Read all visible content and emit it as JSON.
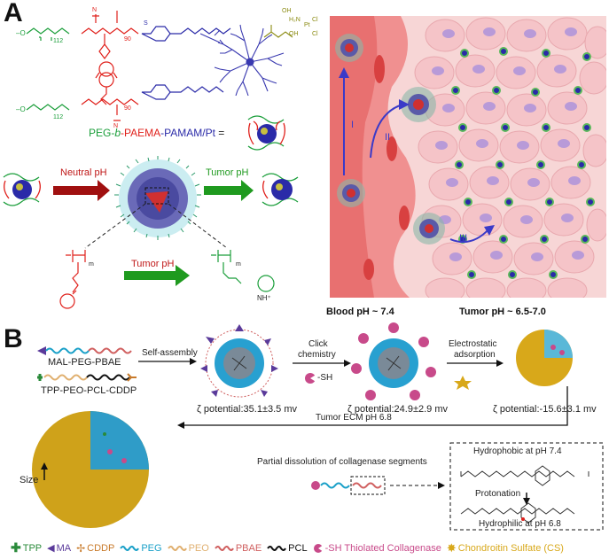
{
  "panel_a": {
    "letter": "A",
    "formula_label": {
      "peg": "PEG-",
      "b": "b",
      "paema": "-PAEMA",
      "pamam": "-PAMAM",
      "pt": "/Pt",
      "eq": "="
    },
    "chem_sub_112": "112",
    "chem_sub_90": "90",
    "chem_pt": "H₂N Pt Cl",
    "neutral_ph": "Neutral pH",
    "tumor_ph": "Tumor pH",
    "tumor_ph_bottom": "Tumor pH",
    "nh_plus": "NH⁺",
    "m_sub": "m",
    "step_I": "I",
    "step_II": "II",
    "step_III": "III",
    "blood_ph": "Blood pH ~ 7.4",
    "tumor_ph_range": "Tumor pH ~ 6.5-7.0",
    "colors": {
      "peg": "#1a9e3a",
      "paema": "#e0201b",
      "pamam": "#2a2aa8",
      "pt": "#8a8a10",
      "arrow_red": "#a01010",
      "arrow_green": "#1f9a1f"
    }
  },
  "panel_b": {
    "letter": "B",
    "mal_label": "MAL-PEG-PBAE",
    "tpp_label": "TPP-PEO-PCL-CDDP",
    "self_assembly": "Self-assembly",
    "click_chem_1": "Click",
    "click_chem_2": "chemistry",
    "sh_label": "-SH",
    "electro_1": "Electrostatic",
    "electro_2": "adsorption",
    "zeta1": "ζ potential:35.1±3.5 mv",
    "zeta2": "ζ potential:24.9±2.9 mv",
    "zeta3": "ζ potential:-15.6±3.1 mv",
    "tumor_ecm": "Tumor ECM  pH 6.8",
    "partial": "Partial dissolution of collagenase segments",
    "size": "Size",
    "hydrophobic": "Hydrophobic at pH 7.4",
    "protonation": "Protonation",
    "hydrophilic": "Hydrophilic at pH 6.8",
    "o_letter": "O",
    "n_letter": "N",
    "h_letter": "H"
  },
  "legend": [
    {
      "label": "TPP",
      "color": "#2a8a3a",
      "icon": "tpp-cross-icon"
    },
    {
      "label": "MA",
      "color": "#5a3a9a",
      "icon": "ma-triangle-icon"
    },
    {
      "label": "CDDP",
      "color": "#c87a2a",
      "icon": "cddp-star-icon"
    },
    {
      "label": "PEG",
      "color": "#1aa0c8",
      "icon": "peg-wave-icon"
    },
    {
      "label": "PEO",
      "color": "#e0b070",
      "icon": "peo-wave-icon"
    },
    {
      "label": "PBAE",
      "color": "#d06060",
      "icon": "pbae-wave-icon"
    },
    {
      "label": "PCL",
      "color": "#111111",
      "icon": "pcl-wave-icon"
    },
    {
      "label": "-SH Thiolated Collagenase",
      "color": "#c84a8a",
      "icon": "sh-pacman-icon"
    },
    {
      "label": "Chondroitin Sulfate (CS)",
      "color": "#d8a81a",
      "icon": "cs-star-icon"
    }
  ]
}
